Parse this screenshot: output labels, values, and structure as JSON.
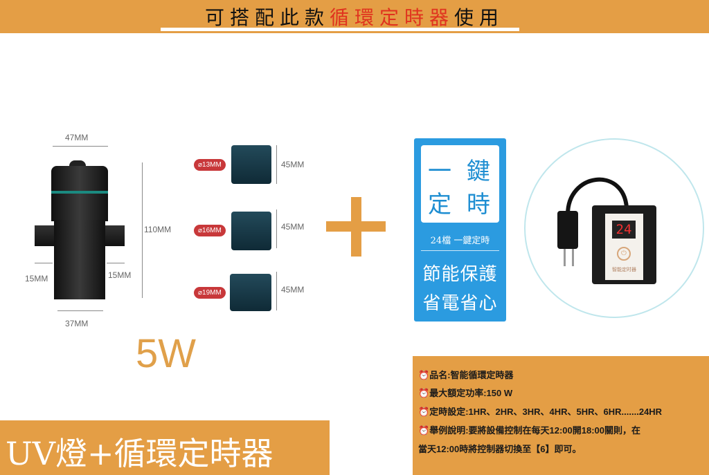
{
  "banner": {
    "title_prefix": "可搭配此款",
    "title_highlight": "循環定時器",
    "title_suffix": "使用"
  },
  "uv_lamp": {
    "dims": {
      "top_width": "47MM",
      "height": "110MM",
      "left_port": "15MM",
      "right_port": "15MM",
      "bottom_width": "37MM"
    },
    "fittings": [
      {
        "diameter": "⌀13MM",
        "length": "45MM"
      },
      {
        "diameter": "⌀16MM",
        "length": "45MM"
      },
      {
        "diameter": "⌀19MM",
        "length": "45MM"
      }
    ],
    "power": "5W"
  },
  "card": {
    "chars": [
      "一",
      "鍵",
      "定",
      "時"
    ],
    "subtitle": "24檔 一鍵定時",
    "line1": "節能保護",
    "line2": "省電省心"
  },
  "timer": {
    "display": "24",
    "face_label": "智能定时器"
  },
  "bottom_title": "UV燈+循環定時器",
  "specs": [
    "品名:智能循環定時器",
    "最大額定功率:150 W",
    "定時設定:1HR、2HR、3HR、4HR、5HR、6HR.......24HR",
    "舉例說明:要將設備控制在每天12:00開18:00關則，在",
    "當天12:00時將控制器切換至【6】即可。"
  ],
  "colors": {
    "orange": "#E49E45",
    "red": "#E0321E",
    "blue": "#2B9BE0"
  }
}
